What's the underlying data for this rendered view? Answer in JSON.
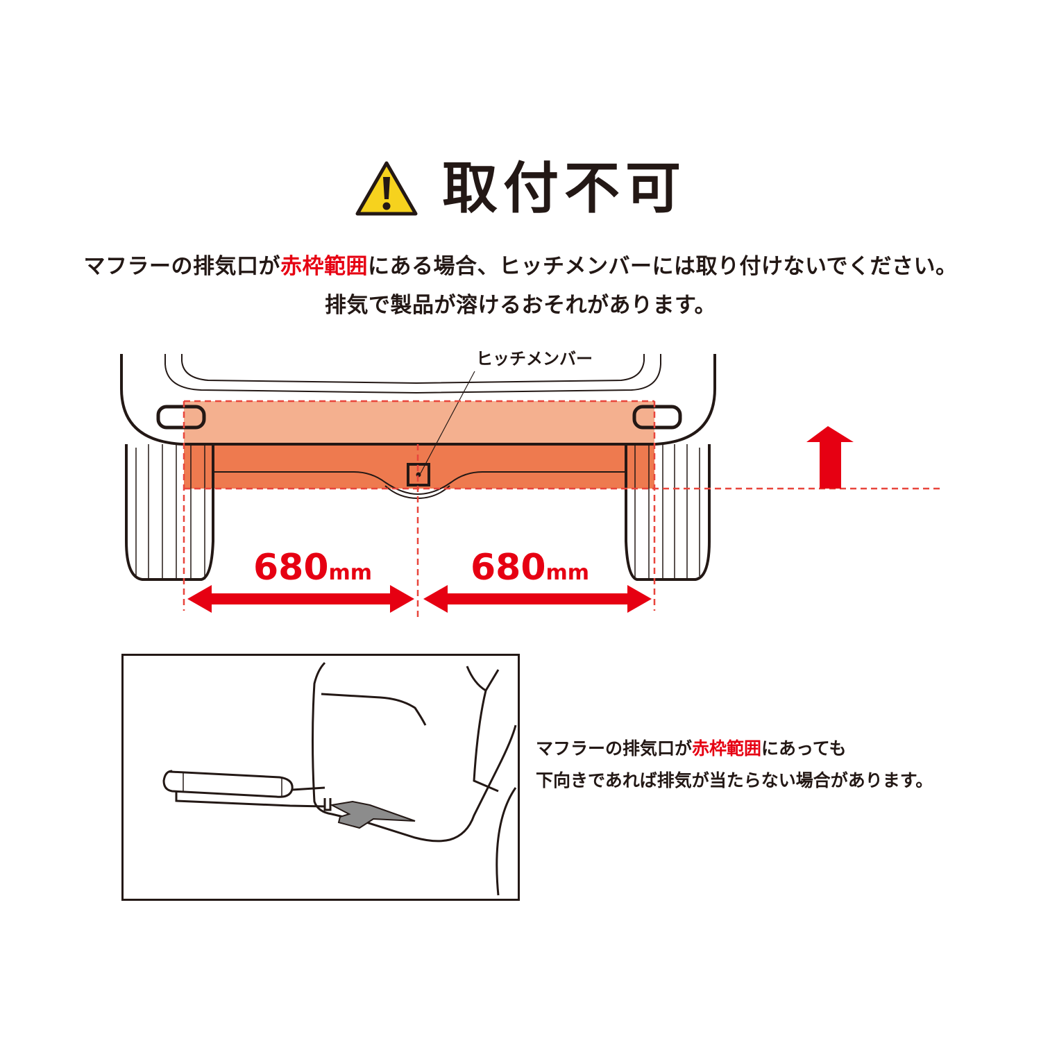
{
  "header": {
    "icon": "warning-triangle-icon",
    "title": "取付不可"
  },
  "notice": {
    "line1_pre": "マフラーの排気口が",
    "line1_highlight": "赤枠範囲",
    "line1_post": "にある場合、ヒッチメンバーには取り付けないでください。",
    "line2": "排気で製品が溶けるおそれがあります。"
  },
  "diagram": {
    "hitch_member_label": "ヒッチメンバー",
    "left_distance": {
      "value": "680",
      "unit": "mm"
    },
    "right_distance": {
      "value": "680",
      "unit": "mm"
    },
    "up_arrow_icon": "up-arrow-icon",
    "colors": {
      "zone_light": "#f4b08f",
      "zone_dark": "#ee7a4f",
      "dash_red": "#e8453c",
      "arrow_red": "#e60012",
      "line": "#231815",
      "warning_yellow": "#f6d21e"
    }
  },
  "side_note": {
    "line1_pre": "マフラーの排気口が",
    "line1_highlight": "赤枠範囲",
    "line1_post": "にあっても",
    "line2": "下向きであれば排気が当たらない場合があります。"
  }
}
